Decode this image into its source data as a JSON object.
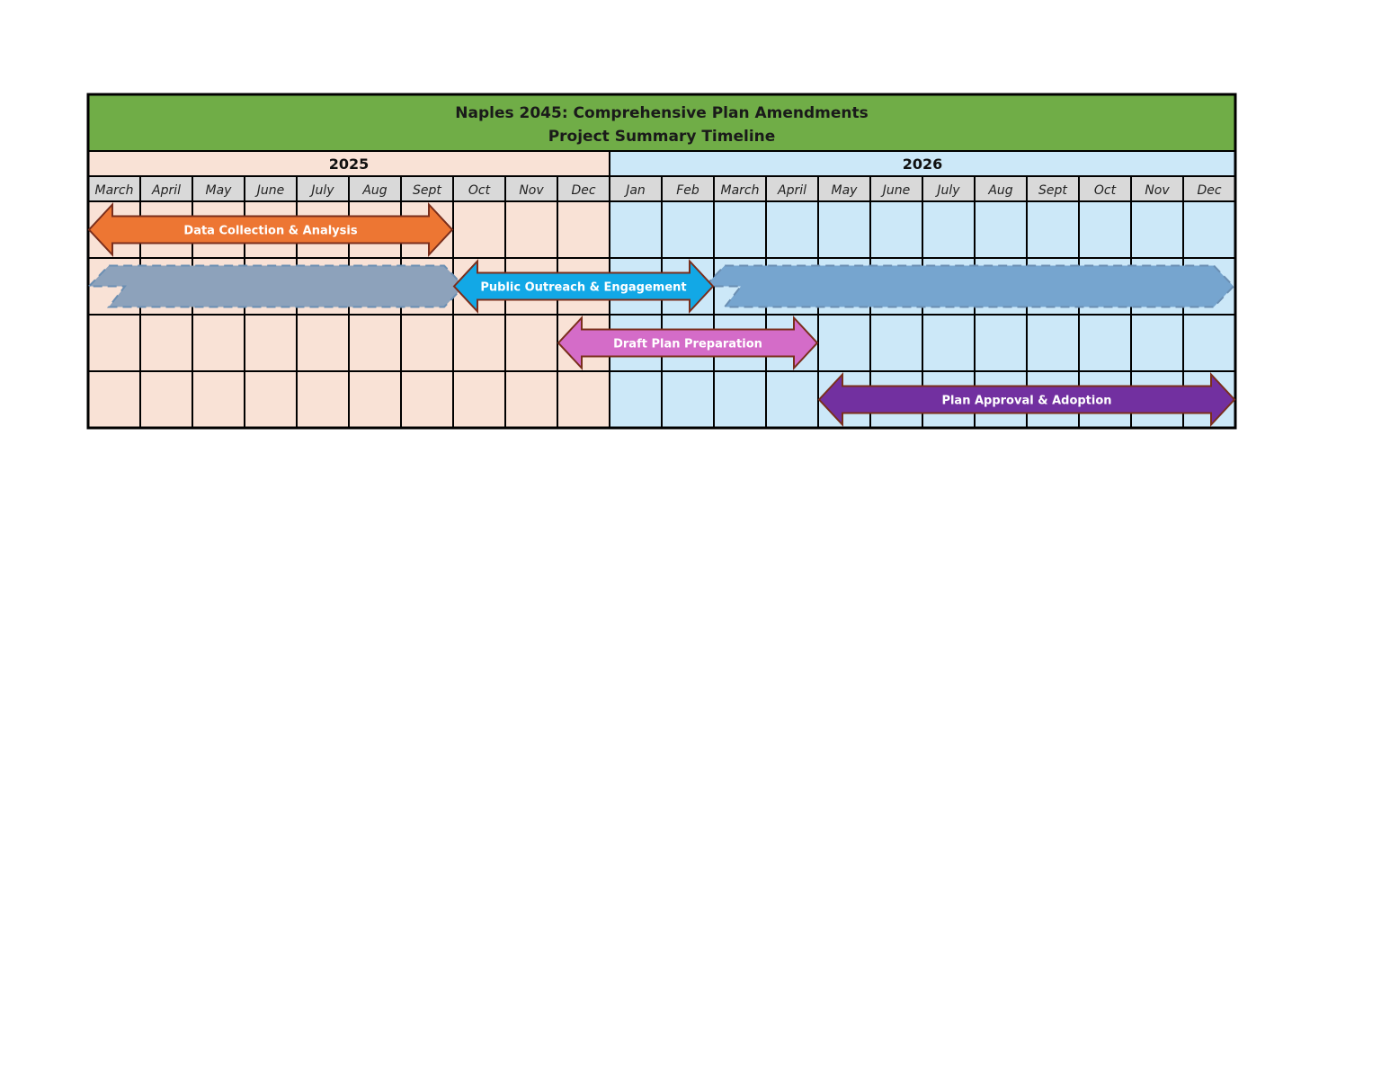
{
  "chart_data": {
    "type": "gantt",
    "title": "Naples 2045: Comprehensive Plan Amendments",
    "subtitle": "Project Summary Timeline",
    "years": [
      {
        "label": "2025",
        "months": 10,
        "color": "#f9e2d6"
      },
      {
        "label": "2026",
        "months": 12,
        "color": "#cce8f8"
      }
    ],
    "months": [
      "March",
      "April",
      "May",
      "June",
      "July",
      "Aug",
      "Sept",
      "Oct",
      "Nov",
      "Dec",
      "Jan",
      "Feb",
      "March",
      "April",
      "May",
      "June",
      "July",
      "Aug",
      "Sept",
      "Oct",
      "Nov",
      "Dec"
    ],
    "header_color": "#70ad47",
    "month_header_color": "#d9d9d9",
    "rows": 4,
    "tasks": [
      {
        "label": "Data Collection & Analysis",
        "row": 0,
        "start": "2025-03",
        "end": "2025-09",
        "color": "#ed7633",
        "style": "solid"
      },
      {
        "label": "Public Outreach & Engagement",
        "row": 1,
        "start": "2025-10",
        "end": "2026-02",
        "color": "#12a8e6",
        "style": "solid"
      },
      {
        "label": "",
        "row": 1,
        "start": "2025-03",
        "end": "2025-09",
        "color": "#8da2bb",
        "style": "dashed-ongoing"
      },
      {
        "label": "",
        "row": 1,
        "start": "2026-03",
        "end": "2026-12",
        "color": "#76a5cf",
        "style": "dashed-ongoing"
      },
      {
        "label": "Draft Plan Preparation",
        "row": 2,
        "start": "2025-12",
        "end": "2026-04",
        "color": "#d46cc8",
        "style": "solid"
      },
      {
        "label": "Plan Approval & Adoption",
        "row": 3,
        "start": "2026-05",
        "end": "2026-12",
        "color": "#7230a0",
        "style": "solid"
      }
    ]
  }
}
